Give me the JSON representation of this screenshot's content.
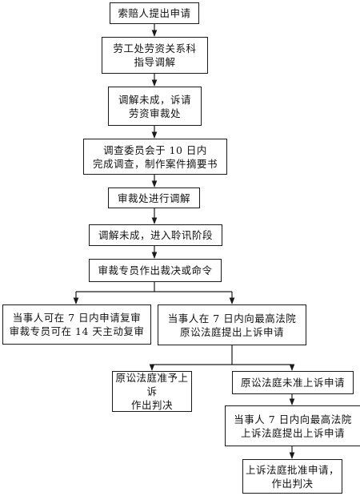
{
  "flowchart": {
    "steps": {
      "claim": "索赔人提出申请",
      "labor_guidance": "劳工处劳资关系科\n指导调解",
      "mediation_failed_arbitration": "调解未成，诉请\n劳资审裁处",
      "investigation": "调查委员会于 10 日内\n完成调查，制作案件摘要书",
      "tribunal_mediation": "审裁处进行调解",
      "hearing_stage": "调解未成，进入聆讯阶段",
      "judgment": "审裁专员作出裁决或命令",
      "review": "当事人可在 7 日内申请复审\n审裁专员可在 14 天主动复审",
      "appeal": "当事人在 7 日内向最高法院\n原讼法庭提出上诉申请",
      "appeal_granted": "原讼法庭准予上诉\n作出判决",
      "appeal_denied": "原讼法庭未准上诉申请",
      "further_appeal": "当事人 7 日内向最高法院\n上诉法庭提出上诉申请",
      "final_judgment": "上诉法庭批准申请，\n作出判决"
    }
  }
}
